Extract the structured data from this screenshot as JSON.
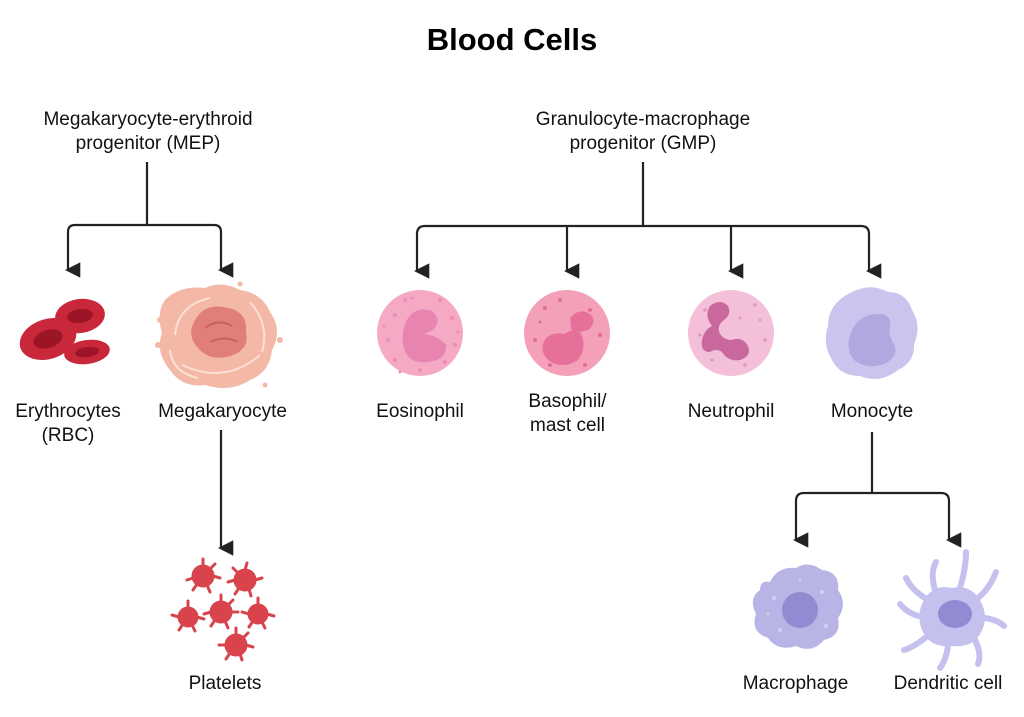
{
  "title": "Blood Cells",
  "nodes": {
    "mep": {
      "line1": "Megakaryocyte-erythroid",
      "line2": "progenitor (MEP)"
    },
    "gmp": {
      "line1": "Granulocyte-macrophage",
      "line2": "progenitor (GMP)"
    },
    "erythrocytes": {
      "line1": "Erythrocytes",
      "line2": "(RBC)",
      "icon": "red-blood-cells-icon"
    },
    "megakaryocyte": {
      "label": "Megakaryocyte",
      "icon": "megakaryocyte-icon"
    },
    "platelets": {
      "label": "Platelets",
      "icon": "platelets-icon"
    },
    "eosinophil": {
      "label": "Eosinophil",
      "icon": "eosinophil-icon"
    },
    "basophil": {
      "line1": "Basophil/",
      "line2": "mast cell",
      "icon": "basophil-icon"
    },
    "neutrophil": {
      "label": "Neutrophil",
      "icon": "neutrophil-icon"
    },
    "monocyte": {
      "label": "Monocyte",
      "icon": "monocyte-icon"
    },
    "macrophage": {
      "label": "Macrophage",
      "icon": "macrophage-icon"
    },
    "dendritic": {
      "label": "Dendritic cell",
      "icon": "dendritic-cell-icon"
    }
  },
  "colors": {
    "rbc": "#c8283a",
    "rbc_dark": "#9c1526",
    "megakaryocyte": "#f4b8a6",
    "megakaryocyte_nucleus": "#e07f7a",
    "platelet": "#d8434c",
    "eosinophil": "#f5a9c4",
    "eosinophil_nucleus": "#e884b0",
    "basophil": "#f3a0b8",
    "basophil_nucleus": "#e6709a",
    "neutrophil": "#f3bfd9",
    "neutrophil_nucleus": "#c8689d",
    "monocyte": "#cbc4ee",
    "monocyte_nucleus": "#b1a8e0",
    "macrophage": "#b9b4e6",
    "macrophage_nucleus": "#938bd2",
    "dendritic": "#c5c1ef",
    "dendritic_nucleus": "#928ad2",
    "arrow": "#222222"
  }
}
